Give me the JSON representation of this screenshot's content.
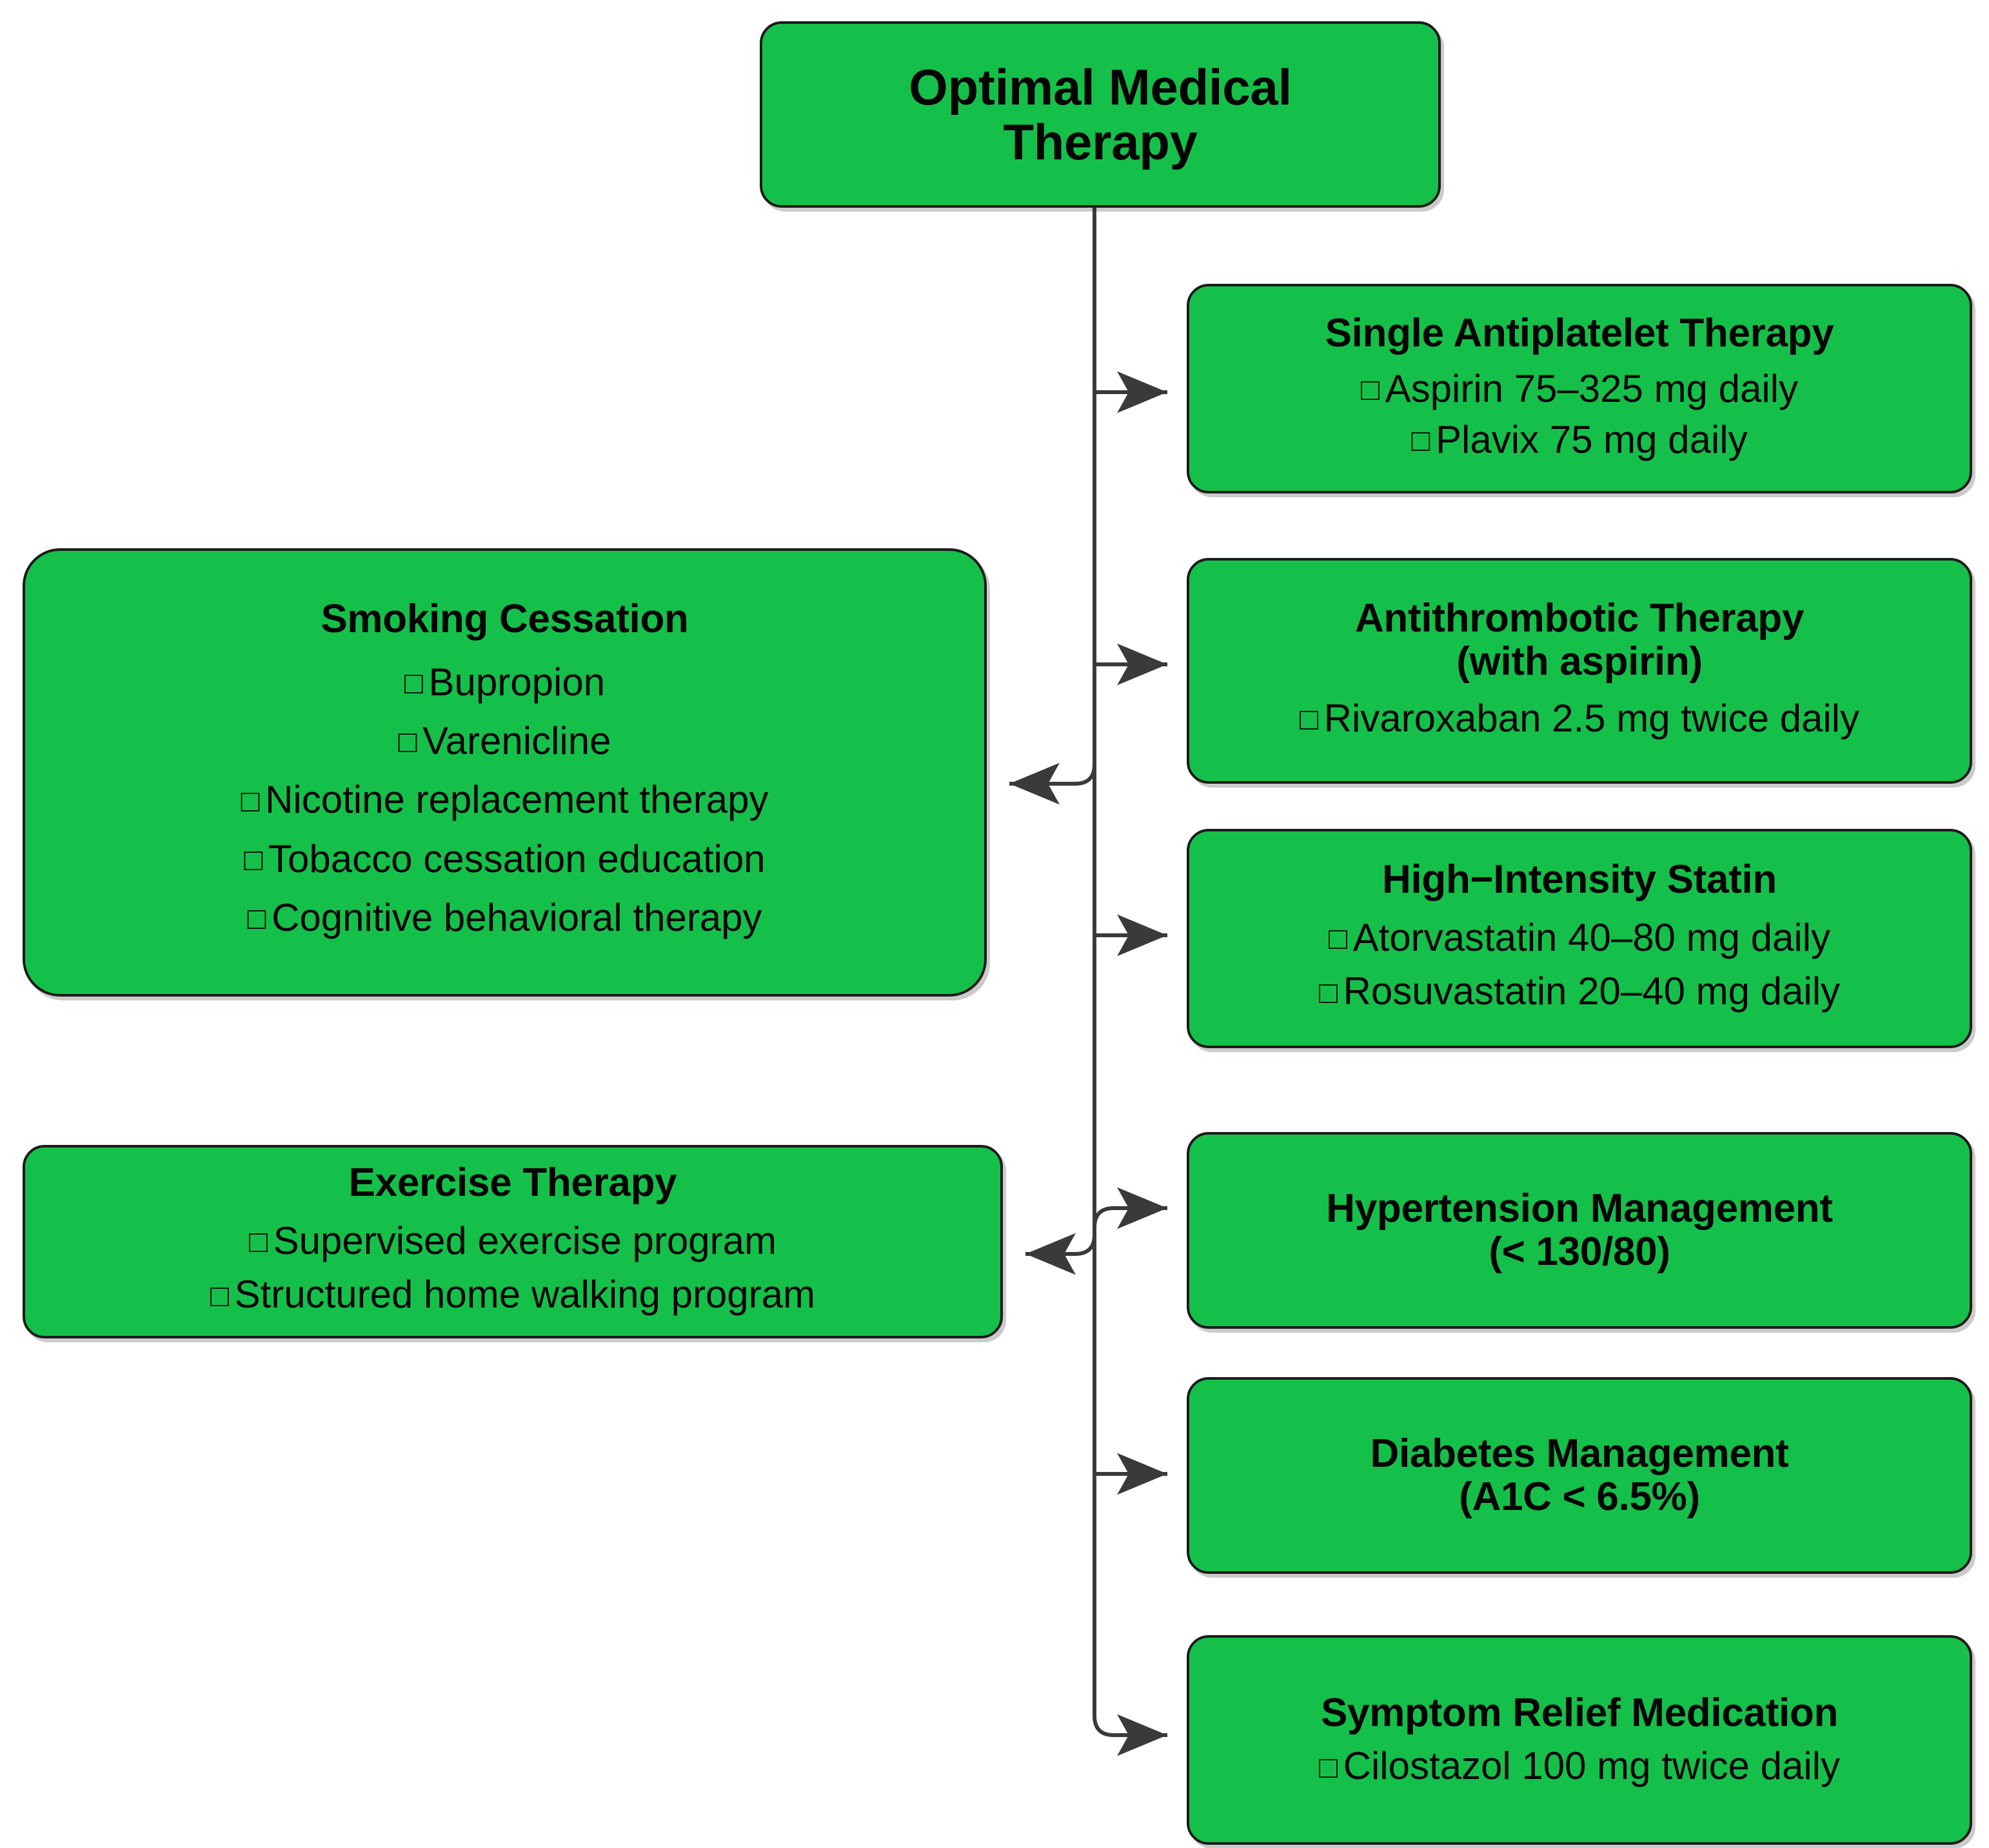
{
  "diagram": {
    "title": "Optimal Medical Therapy",
    "colors": {
      "node_fill": "#15C04A",
      "node_border": "#1b1b1b",
      "text": "#050505",
      "connector": "#3a3a3a",
      "background": "#ffffff"
    },
    "bullet_glyph": "□"
  },
  "root": {
    "label": "Optimal Medical\nTherapy"
  },
  "branches": [
    {
      "id": "single-antiplatelet-therapy",
      "title": "Single Antiplatelet Therapy",
      "items": [
        "Aspirin 75–325 mg daily",
        "Plavix 75 mg daily"
      ]
    },
    {
      "id": "antithrombotic-therapy",
      "title": "Antithrombotic Therapy\n(with aspirin)",
      "items": [
        "Rivaroxaban 2.5 mg twice daily"
      ]
    },
    {
      "id": "high-intensity-statin",
      "title": "High−Intensity Statin",
      "items": [
        "Atorvastatin 40–80 mg daily",
        "Rosuvastatin 20–40 mg daily"
      ]
    },
    {
      "id": "hypertension-management",
      "title": "Hypertension Management\n(< 130/80)",
      "items": []
    },
    {
      "id": "diabetes-management",
      "title": "Diabetes Management\n(A1C < 6.5%)",
      "items": []
    },
    {
      "id": "symptom-relief-medication",
      "title": "Symptom Relief Medication",
      "items": [
        "Cilostazol 100 mg twice daily"
      ]
    },
    {
      "id": "smoking-cessation",
      "title": "Smoking Cessation",
      "items": [
        "Bupropion",
        "Varenicline",
        "Nicotine replacement therapy",
        "Tobacco cessation education",
        "Cognitive behavioral therapy"
      ]
    },
    {
      "id": "exercise-therapy",
      "title": "Exercise Therapy",
      "items": [
        "Supervised exercise program",
        "Structured home walking program"
      ]
    }
  ]
}
